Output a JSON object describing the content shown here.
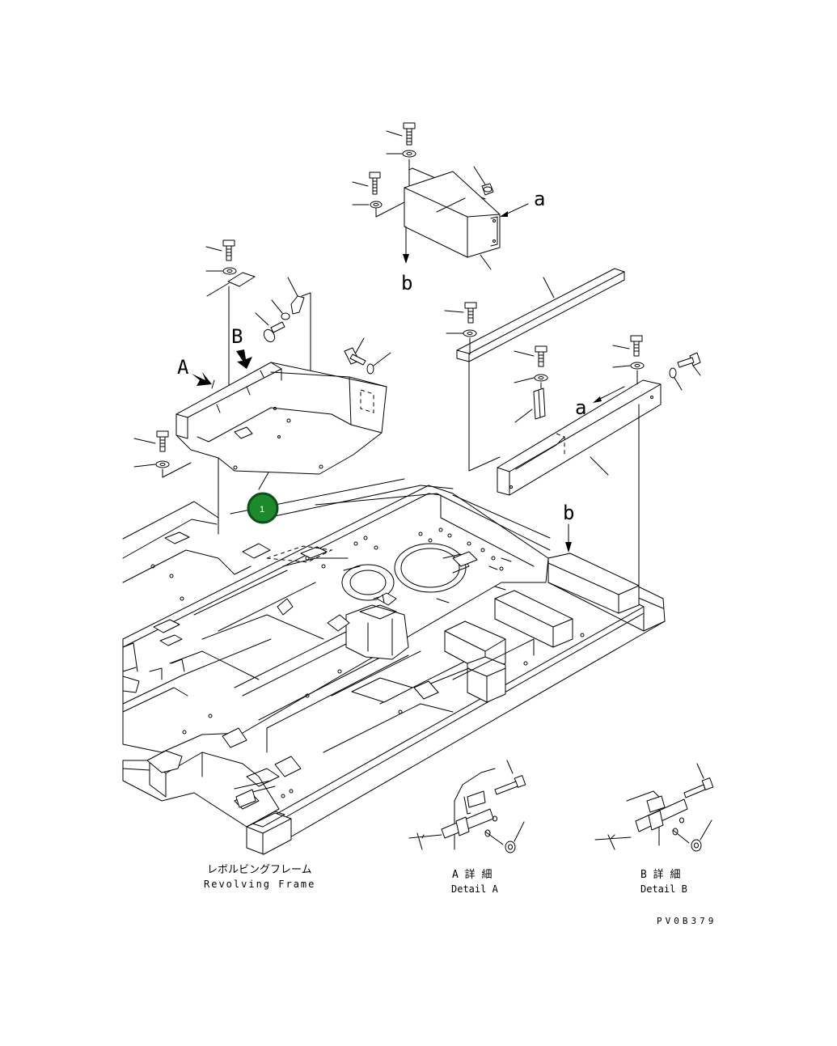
{
  "labels": {
    "view_a": "A",
    "view_b": "B",
    "ref_a_top": "a",
    "ref_b_top": "b",
    "ref_a_right": "a",
    "ref_b_frame": "b",
    "frame_jp": "レボルビングフレーム",
    "frame_en": "Revolving Frame",
    "detail_a_jp": "A 詳 細",
    "detail_a_en": "Detail A",
    "detail_b_jp": "B 詳 細",
    "detail_b_en": "Detail B",
    "drawing_no": "PV0B379"
  },
  "callout": {
    "number": "1",
    "color": "#1a8a2a"
  }
}
